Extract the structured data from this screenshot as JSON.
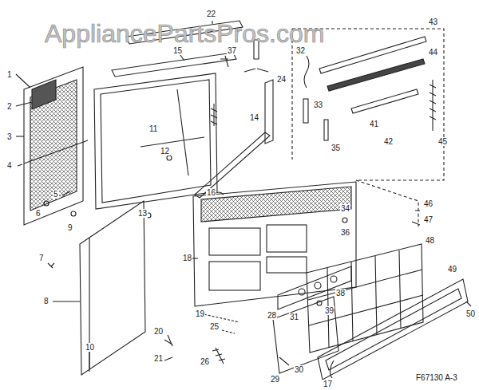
{
  "diagram": {
    "labels": [
      "AppliancePartsPros.com",
      "1",
      "2",
      "3",
      "4",
      "5",
      "6",
      "7",
      "8",
      "9",
      "10",
      "11",
      "12",
      "13",
      "14",
      "15",
      "16",
      "17",
      "18",
      "19",
      "20",
      "21",
      "22",
      "24",
      "25",
      "26",
      "28",
      "29",
      "30",
      "31",
      "32",
      "33",
      "34",
      "35",
      "36",
      "37",
      "38",
      "39",
      "41",
      "42",
      "43",
      "44",
      "45",
      "46",
      "47",
      "48",
      "49",
      "50",
      "F67130 A-3"
    ]
  }
}
